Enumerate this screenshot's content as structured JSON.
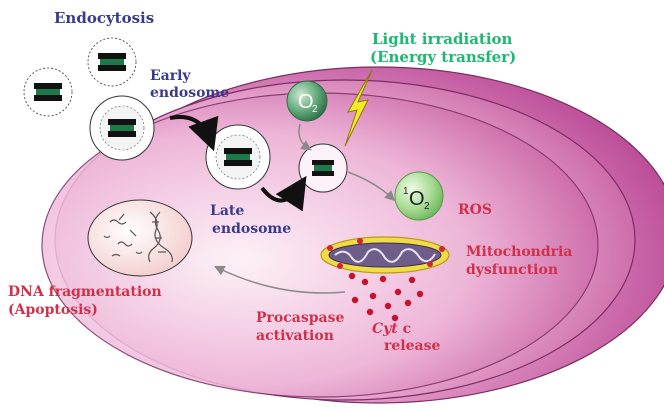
{
  "labels": {
    "endocytosis": "Endocytosis",
    "early_endosome_1": "Early",
    "early_endosome_2": "endosome",
    "late_endosome_1": "Late",
    "late_endosome_2": "endosome",
    "light_1": "Light irradiation",
    "light_2": "(Energy transfer)",
    "ros": "ROS",
    "mito_1": "Mitochondria",
    "mito_2": "dysfunction",
    "dna_1": "DNA fragmentation",
    "dna_2": "(Apoptosis)",
    "procaspase_1": "Procaspase",
    "procaspase_2": "activation",
    "cyt_1": "Cyt",
    "cyt_2": "c",
    "cyt_3": "release"
  },
  "molecules": {
    "o2_letter": "O",
    "o2_sub": "2",
    "singlet_sup": "1",
    "singlet_letter": "O",
    "singlet_sub": "2"
  },
  "colors": {
    "label_blue": "#3a3a8c",
    "label_green": "#1db872",
    "label_red": "#d0314a",
    "cell_pink": "#b23a8c",
    "o2_green": "#3f8f5c",
    "singlet_green": "#9fd88a"
  }
}
